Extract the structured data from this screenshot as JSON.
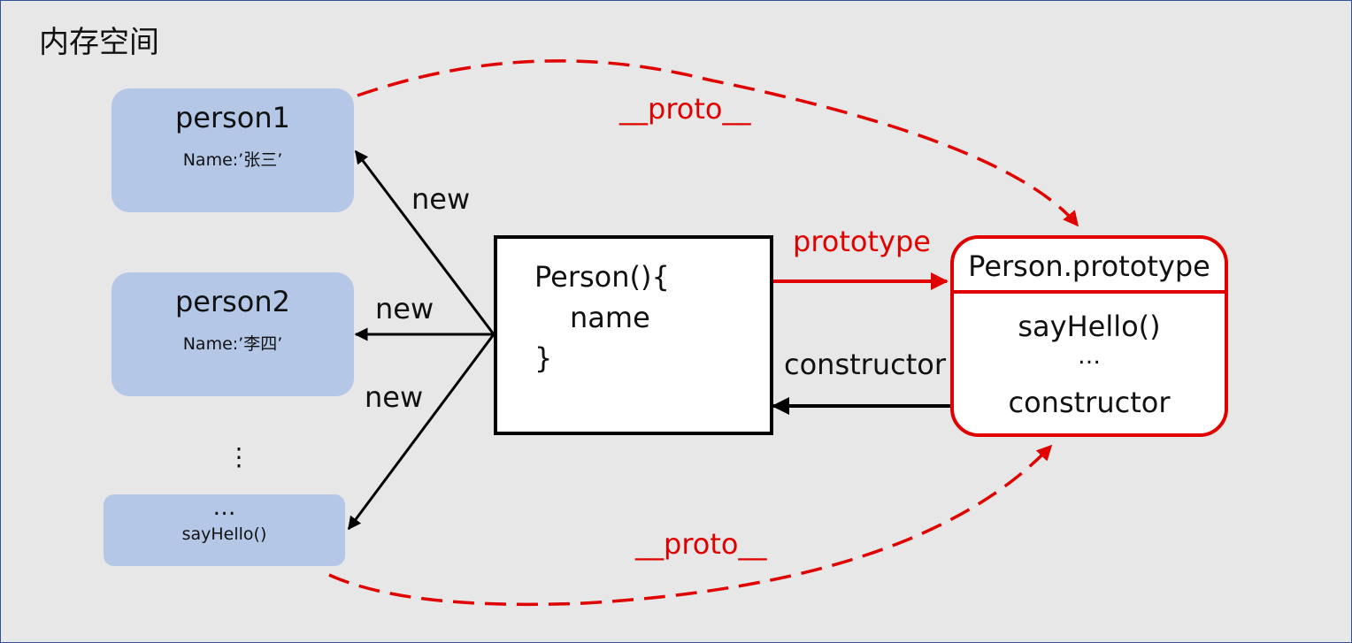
{
  "title": "内存空间",
  "objects": [
    {
      "name": "person1",
      "prop": "Name:’张三’"
    },
    {
      "name": "person2",
      "prop": "Name:’李四’"
    },
    {
      "name": "…",
      "prop": "sayHello()"
    }
  ],
  "vertical_ellipsis": "⋮",
  "constructor_fn": {
    "line1": "Person(){",
    "line2": "name",
    "line3": "}"
  },
  "prototype_obj": {
    "title": "Person.prototype",
    "method": "sayHello()",
    "ellipsis": "…",
    "ctor": "constructor"
  },
  "labels": {
    "new1": "new",
    "new2": "new",
    "new3": "new",
    "prototype": "prototype",
    "constructor": "constructor",
    "proto_top": "__proto__",
    "proto_bottom": "__proto__"
  },
  "colors": {
    "accent_red": "#e00000",
    "object_fill": "#b4c7e7",
    "background": "#e7e7e7"
  }
}
